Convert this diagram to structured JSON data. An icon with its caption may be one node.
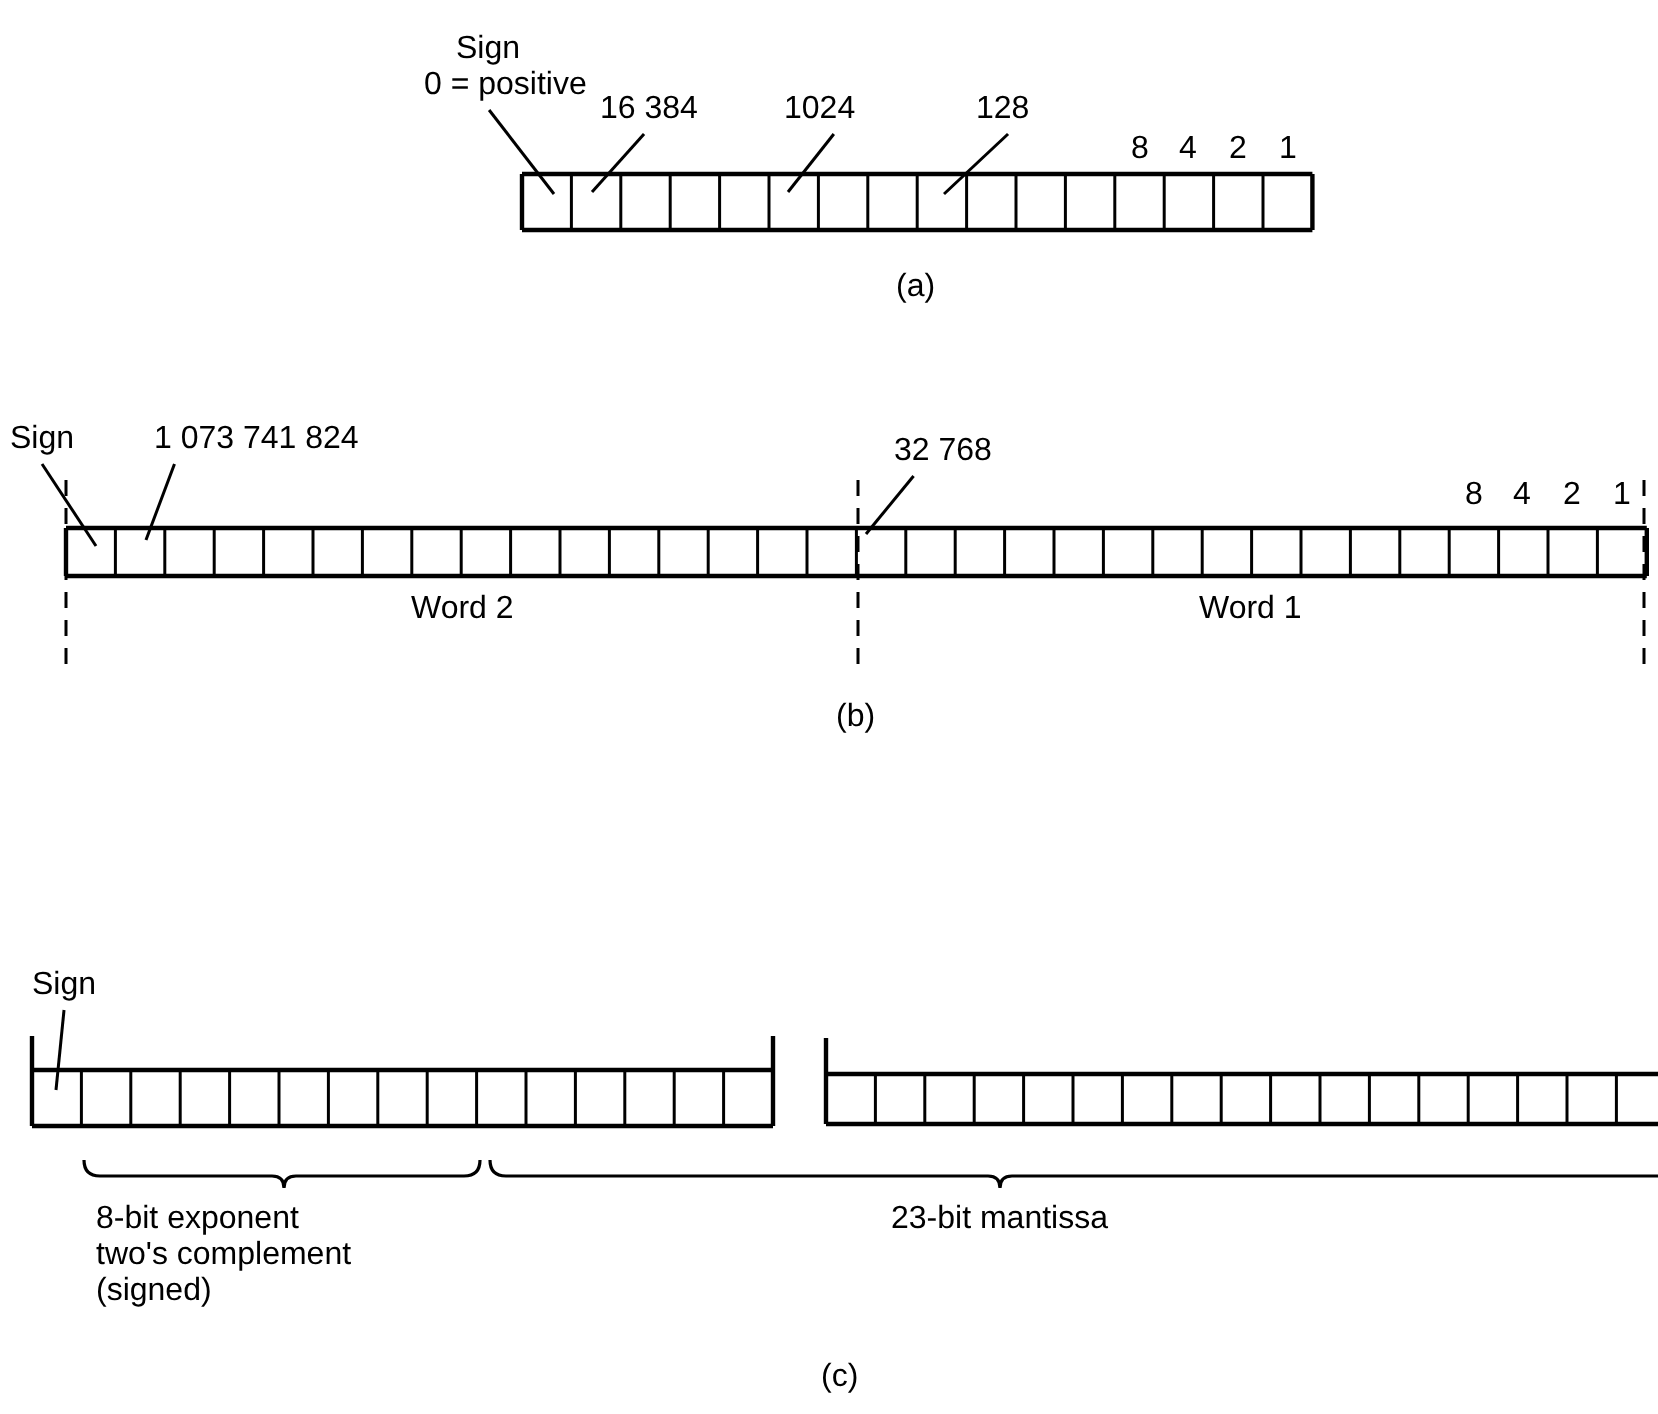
{
  "diagram": {
    "nodes": [
      {
        "text": [
          "Sign",
          "0 = positive"
        ]
      },
      {
        "text": [
          "16 384"
        ]
      },
      {
        "text": [
          "1024"
        ]
      },
      {
        "text": [
          "128"
        ]
      },
      {
        "text": [
          "Sign"
        ]
      },
      {
        "text": [
          "1 073 741 824"
        ]
      },
      {
        "text": [
          "32 768"
        ]
      },
      {
        "text": [
          "Sign"
        ]
      }
    ],
    "edges": [
      {
        "from": 0,
        "to": null,
        "arrow": "none"
      },
      {
        "from": 1,
        "to": null,
        "arrow": "none"
      },
      {
        "from": 2,
        "to": null,
        "arrow": "none"
      },
      {
        "from": 3,
        "to": null,
        "arrow": "none"
      },
      {
        "from": 4,
        "to": null,
        "arrow": "none"
      },
      {
        "from": 5,
        "to": null,
        "arrow": "none"
      },
      {
        "from": 6,
        "to": null,
        "arrow": "none"
      },
      {
        "from": 7,
        "to": null,
        "arrow": "none"
      }
    ],
    "labels": [
      "8",
      "4",
      "2",
      "1",
      "(a)",
      "8",
      "4",
      "2",
      "1",
      "Word 2",
      "Word 1",
      "(b)",
      "8-bit exponent two's complement (signed)",
      "23-bit mantissa",
      "(c)"
    ]
  }
}
